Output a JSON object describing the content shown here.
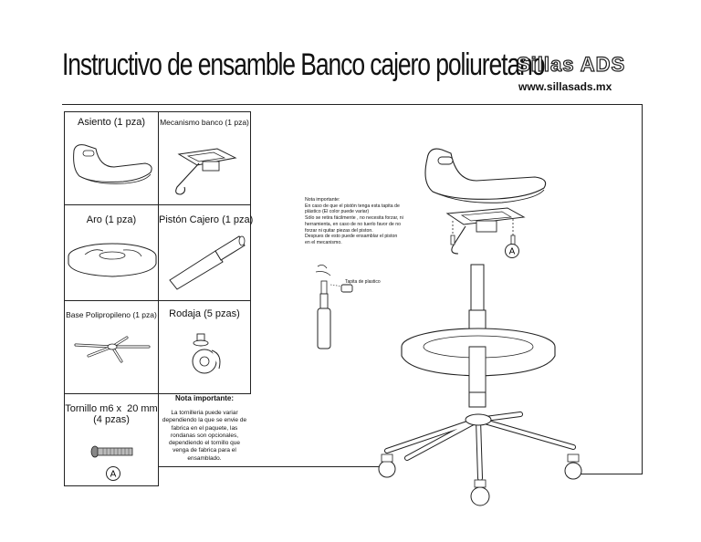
{
  "header": {
    "title": "Instructivo de ensamble Banco cajero poliuretano",
    "brand": "Sillas ADS",
    "url": "www.sillasads.mx"
  },
  "parts": [
    {
      "label": "Asiento (1 pza)",
      "icon": "seat-icon"
    },
    {
      "label": "Mecanismo banco (1 pza)",
      "icon": "mechanism-icon"
    },
    {
      "label": "Aro (1 pza)",
      "icon": "footring-icon"
    },
    {
      "label": "Pistón Cajero (1 pza)",
      "icon": "piston-icon"
    },
    {
      "label": "Base Polipropileno (1 pza)",
      "icon": "base-icon"
    },
    {
      "label": "Rodaja (5 pzas)",
      "icon": "caster-icon"
    },
    {
      "label": "Tornillo m6 x  20 mm\n(4 pzas)",
      "icon": "screw-icon",
      "marker": "A"
    }
  ],
  "important_note": {
    "title": "Nota importante:",
    "body": "La tornilleria puede variar dependiendo la que se envie de fabrica en el paquete, las rondanas son opcionales, dependiendo el tornillo que venga de fabrica para el ensamblado."
  },
  "side_note": {
    "lines": [
      "Nota importante:",
      "En caso de que el pistón tenga esta tapita de",
      "plástico (El color puede variar)",
      "Sólo se retira fácilmente , no necesita forzar, ni",
      "herramienta, en caso de no tuerlo favor de no",
      "forzar ni quitar piezas del piston.",
      "Despues de esto puede ensamblar el piston",
      "en el mecanismo."
    ],
    "cap_label": "Tapita de plastico"
  },
  "assembly": {
    "marker": "A"
  }
}
